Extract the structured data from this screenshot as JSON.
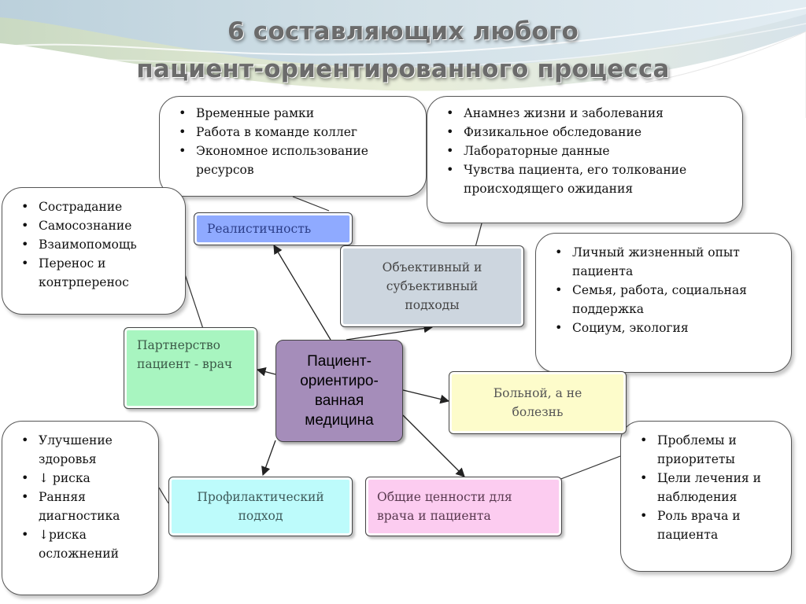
{
  "title": {
    "line1": "6 составляющих любого",
    "line2": "пациент-ориентированного процесса"
  },
  "center_node": {
    "lines": [
      "Пациент-",
      "ориентиро-",
      "ванная",
      "медицина"
    ],
    "color": "#a58dba"
  },
  "nodes": {
    "realism": {
      "text": "Реалистичность",
      "color": "#8faaff"
    },
    "approach": {
      "lines": [
        "Объективный и",
        "субъективный",
        "подходы"
      ],
      "color": "#cdd6df"
    },
    "partnership": {
      "lines": [
        "Партнерство",
        "пациент - врач"
      ],
      "color": "#a8f5c0"
    },
    "patient": {
      "lines": [
        "Больной, а не",
        "болезнь"
      ],
      "color": "#fdfccb"
    },
    "prevention": {
      "lines": [
        "Профилактический",
        "подход"
      ],
      "color": "#bdfbfb"
    },
    "values": {
      "lines": [
        "Общие ценности для",
        "врача и пациента"
      ],
      "color": "#fcccf0"
    }
  },
  "bubbles": {
    "realism_notes": {
      "items": [
        "Временные рамки",
        "Работа в команде коллег",
        "Экономное использование ресурсов"
      ]
    },
    "approach_notes": {
      "items": [
        "Анамнез жизни и заболевания",
        "Физикальное обследование",
        "Лабораторные данные",
        "Чувства пациента, его толкование происходящего ожидания"
      ]
    },
    "partnership_notes": {
      "items": [
        "Сострадание",
        "Самосознание",
        "Взаимопомощь",
        "Перенос и контрперенос"
      ]
    },
    "patient_notes": {
      "items": [
        "Личный жизненный опыт пациента",
        "Семья, работа, социальная поддержка",
        "Социум, экология"
      ]
    },
    "prevention_notes": {
      "items": [
        "Улучшение здоровья",
        "↓ риска",
        "Ранняя диагностика",
        "↓риска осложнений"
      ]
    },
    "values_notes": {
      "items": [
        "Проблемы и приоритеты",
        "Цели лечения и наблюдения",
        "Роль врача и пациента"
      ]
    }
  }
}
